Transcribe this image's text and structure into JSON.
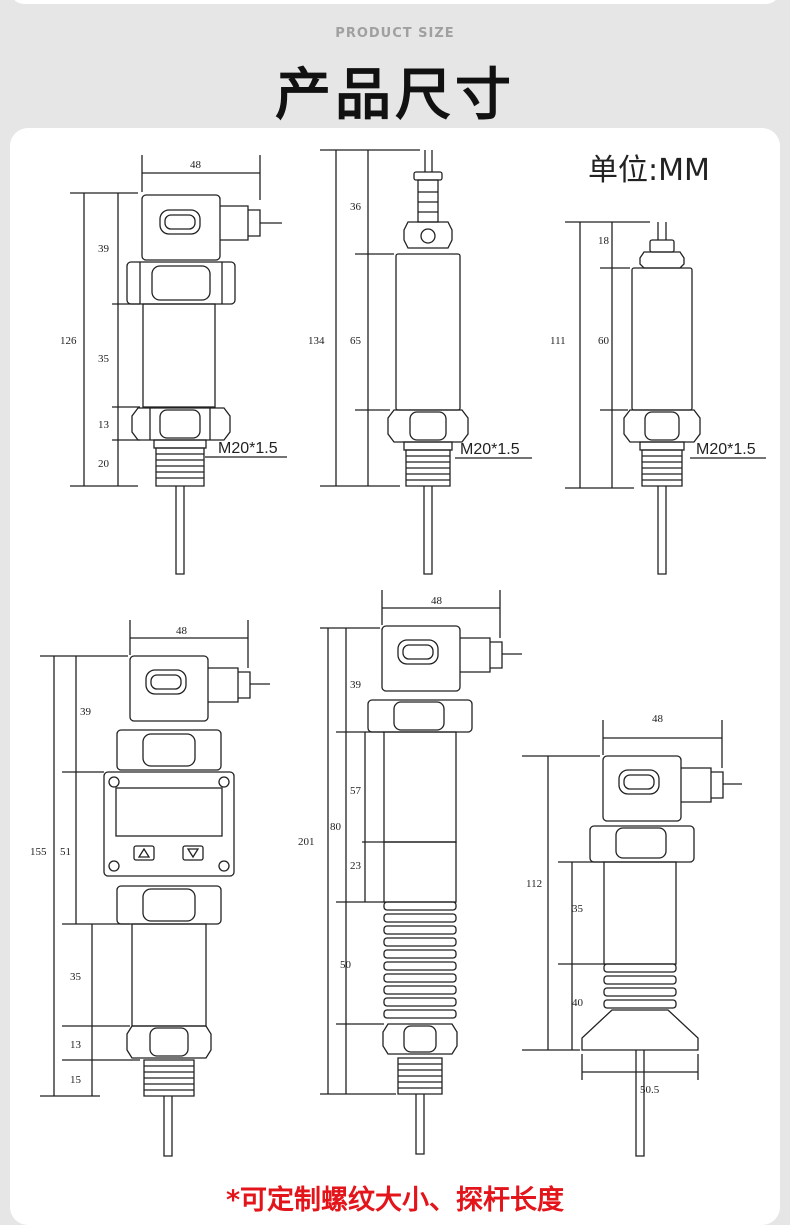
{
  "header": {
    "eyebrow": "PRODUCT SIZE",
    "title": "产品尺寸"
  },
  "unit": "单位:MM",
  "footnote": "*可定制螺纹大小、探杆长度",
  "drawings": [
    {
      "width": "48",
      "dims": [
        "126",
        "39",
        "35",
        "13",
        "20"
      ],
      "thread": "M20*1.5"
    },
    {
      "dims": [
        "134",
        "36",
        "65"
      ],
      "thread": "M20*1.5"
    },
    {
      "dims": [
        "111",
        "18",
        "60"
      ],
      "thread": "M20*1.5"
    },
    {
      "width": "48",
      "dims": [
        "155",
        "39",
        "51",
        "35",
        "13",
        "15"
      ]
    },
    {
      "width": "48",
      "dims": [
        "201",
        "39",
        "80",
        "57",
        "23",
        "50"
      ]
    },
    {
      "width": "48",
      "dims": [
        "112",
        "35",
        "40"
      ],
      "bottom": "50.5"
    }
  ],
  "colors": {
    "footnote": "#e4141b",
    "line": "#222222"
  }
}
